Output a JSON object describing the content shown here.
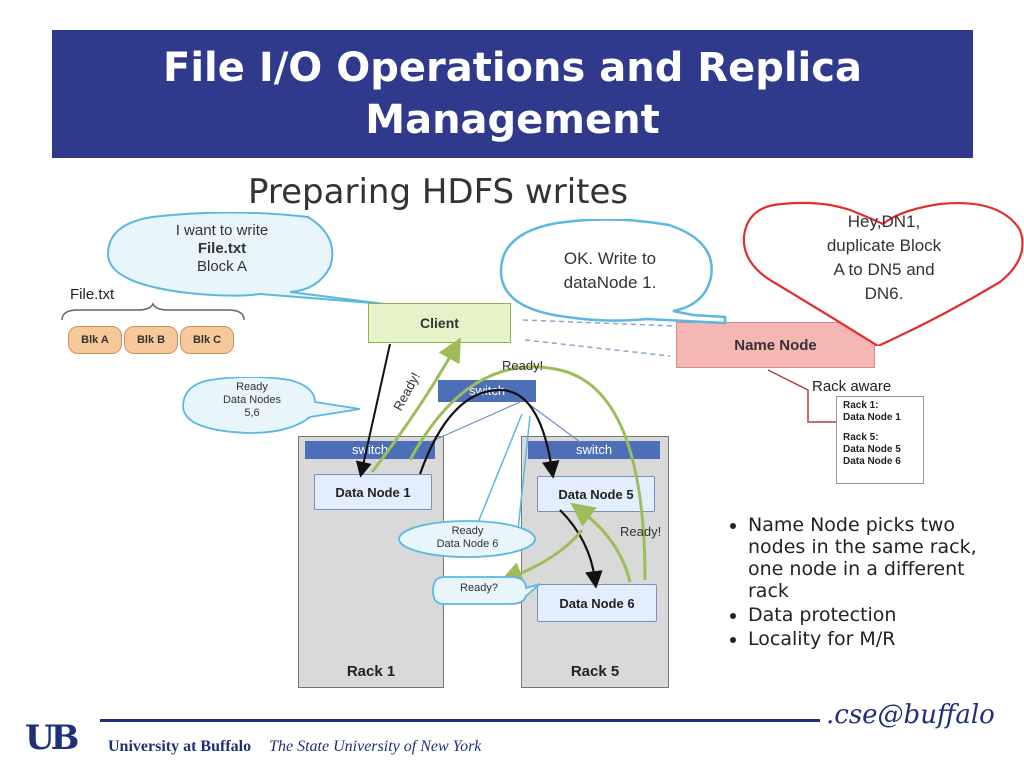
{
  "slide": {
    "title": "File I/O Operations and Replica Management",
    "heading": "Preparing HDFS writes"
  },
  "file": {
    "label": "File.txt",
    "blocks": [
      "Blk A",
      "Blk B",
      "Blk C"
    ]
  },
  "callouts": {
    "want_write_line1": "I want to write",
    "want_write_line2": "File.txt",
    "want_write_line3": "Block A",
    "ok_line1": "OK. Write to",
    "ok_line2": "dataNode 1.",
    "hey_line1": "Hey,DN1,",
    "hey_line2": "duplicate Block",
    "hey_line3": "A to DN5 and",
    "hey_line4": "DN6.",
    "ready_dn_line1": "Ready",
    "ready_dn_line2": "Data Nodes",
    "ready_dn_line3": "5,6",
    "ready_dn6_line1": "Ready",
    "ready_dn6_line2": "Data Node 6",
    "ready_q": "Ready?"
  },
  "nodes": {
    "client": "Client",
    "name_node": "Name Node",
    "switch_top": "switch",
    "switch_rack1": "switch",
    "switch_rack5": "switch",
    "dn1": "Data Node 1",
    "dn5": "Data Node 5",
    "dn6": "Data Node 6",
    "rack1": "Rack 1",
    "rack5": "Rack 5"
  },
  "ready_labels": {
    "ready_rot": "Ready!",
    "ready_top": "Ready!",
    "ready_dn5": "Ready!"
  },
  "rack_aware": {
    "label": "Rack aware",
    "r1_title": "Rack 1:",
    "r1_node": "Data Node 1",
    "r5_title": "Rack 5:",
    "r5_node1": "Data Node 5",
    "r5_node2": "Data Node 6"
  },
  "bullets": [
    "Name Node picks two nodes in the same rack, one node in a different rack",
    "Data protection",
    "Locality for M/R"
  ],
  "footer": {
    "university": "University at Buffalo",
    "state_university": "The State University of New York",
    "cse_logo": ".cse@buffalo",
    "ub_logo": "UB"
  },
  "colors": {
    "title_bg": "#2f3a8c",
    "accent_green": "#9dbd5b",
    "callout_blue": "#5bb8e0",
    "heart_red": "#e03030"
  }
}
